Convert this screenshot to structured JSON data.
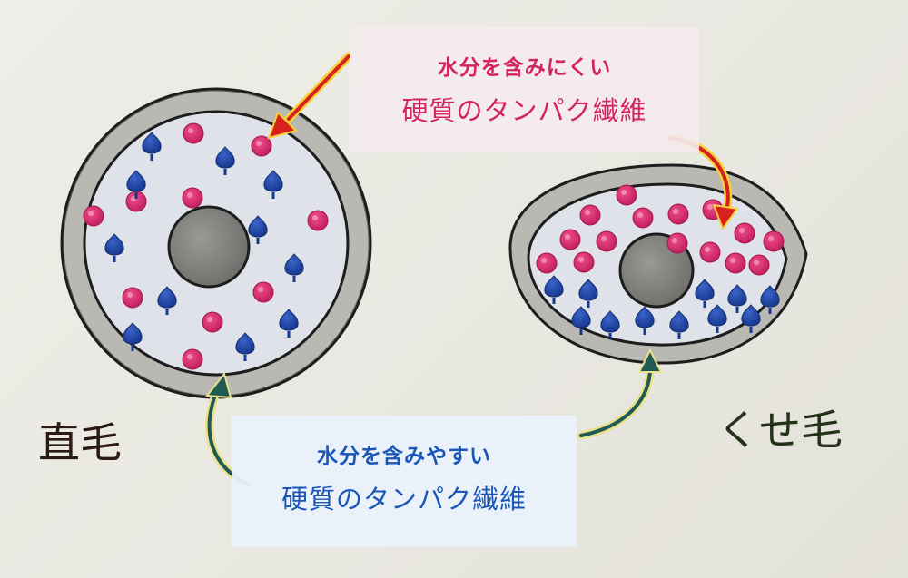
{
  "callouts": {
    "top": {
      "line1": "水分を含みにくい",
      "line2": "硬質のタンパク繊維",
      "line1_color": "#d4245f",
      "line2_color": "#d4245f"
    },
    "bottom": {
      "line1": "水分を含みやすい",
      "line2": "硬質のタンパク繊維",
      "line1_color": "#1a56b8",
      "line2_color": "#1a56b8"
    }
  },
  "hair_types": {
    "straight": "直毛",
    "curly": "くせ毛"
  },
  "colors": {
    "pink_fiber": "#d1246a",
    "blue_fiber": "#1b3f9e",
    "cortex_ring": "#b9b8b3",
    "medulla": "#7d7c79",
    "arrow_top": "#d8201e",
    "arrow_bottom": "#1f5a55"
  }
}
